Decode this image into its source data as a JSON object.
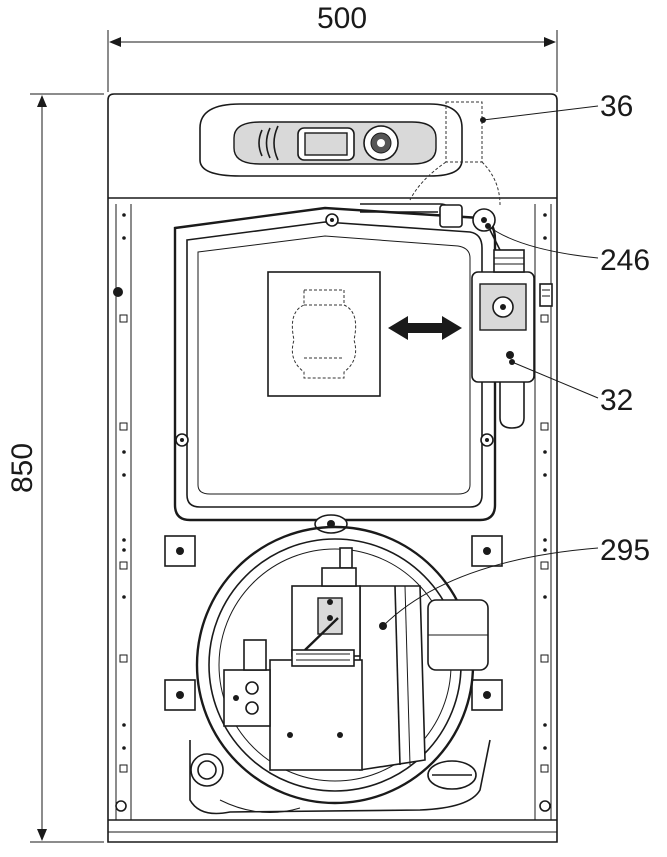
{
  "dimensions": {
    "width_label": "500",
    "height_label": "850"
  },
  "callouts": [
    {
      "id": "36",
      "label": "36"
    },
    {
      "id": "246",
      "label": "246"
    },
    {
      "id": "32",
      "label": "32"
    },
    {
      "id": "295",
      "label": "295"
    }
  ],
  "colors": {
    "line": "#1a1a1a",
    "panel": "#d9d9d9",
    "background": "#ffffff"
  }
}
